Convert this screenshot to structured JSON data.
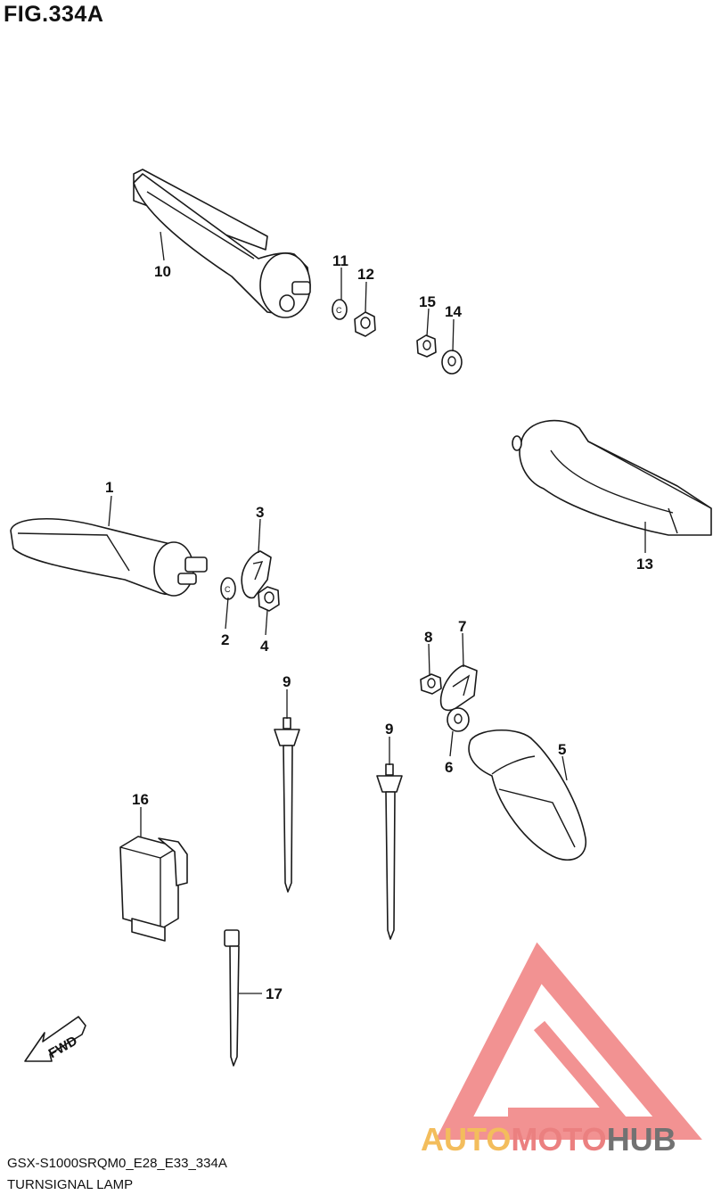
{
  "figure": {
    "title": "FIG.334A"
  },
  "footer": {
    "code": "GSX-S1000SRQM0_E28_E33_334A",
    "name": "TURNSIGNAL LAMP"
  },
  "callouts": {
    "c1": "1",
    "c2": "2",
    "c3": "3",
    "c4": "4",
    "c5": "5",
    "c6": "6",
    "c7": "7",
    "c8": "8",
    "c9a": "9",
    "c9b": "9",
    "c10": "10",
    "c11": "11",
    "c12": "12",
    "c13": "13",
    "c14": "14",
    "c15": "15",
    "c16": "16",
    "c17": "17"
  },
  "fwd_label": "FWD",
  "watermark": {
    "part1": "AUTO",
    "part2": "MOTO",
    "part3": "HUB",
    "colors": [
      "#f2b240",
      "#e86a6a",
      "#5a5a5a"
    ]
  }
}
